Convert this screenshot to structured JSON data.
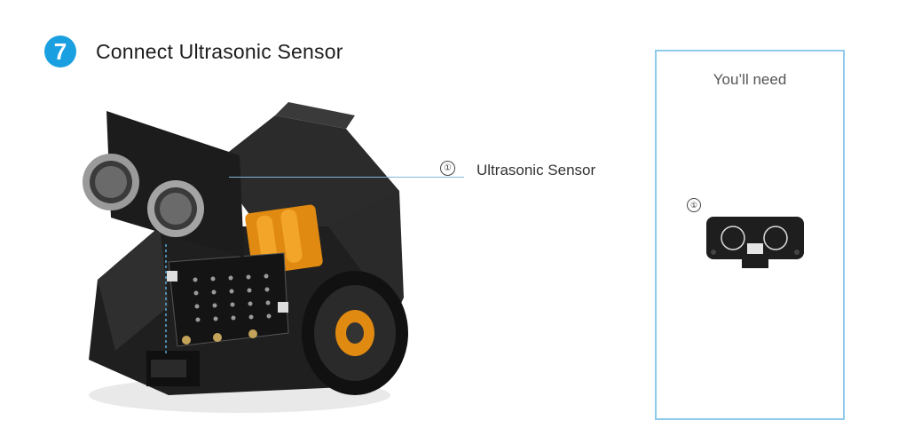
{
  "step": {
    "number": "7",
    "title": "Connect Ultrasonic Sensor",
    "badge_color": "#1aa0e0"
  },
  "callout": {
    "number": "①",
    "label": "Ultrasonic Sensor",
    "line_color": "#7fb8d8"
  },
  "parts_box": {
    "title": "You’ll need",
    "border_color": "#8ecbeb",
    "items": [
      {
        "number": "①",
        "name": "ultrasonic-sensor-module"
      }
    ]
  }
}
